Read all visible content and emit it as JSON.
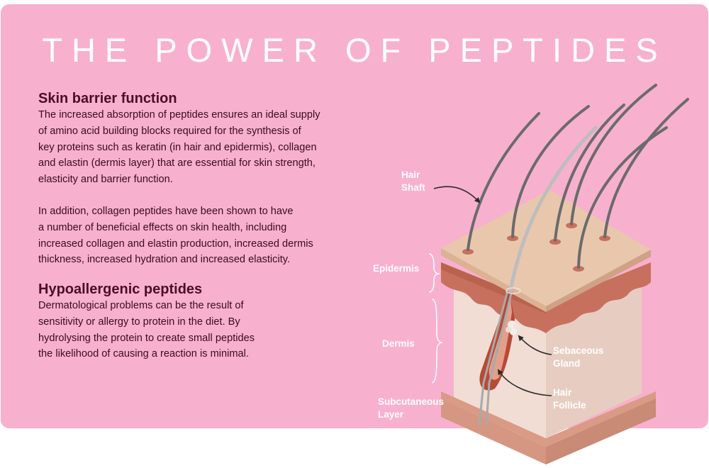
{
  "title": "THE POWER OF PEPTIDES",
  "sections": [
    {
      "heading": "Skin barrier function",
      "paragraphs": [
        {
          "lines": [
            "The increased absorption of peptides ensures an ideal supply",
            "of amino acid building blocks required for the synthesis of",
            "key proteins such as keratin (in hair and epidermis), collagen",
            "and elastin (dermis layer) that are essential for skin strength,",
            "elasticity and barrier function."
          ]
        },
        {
          "lines": [
            "In addition, collagen peptides have been shown to have",
            "a number of beneficial effects on skin health, including",
            "increased collagen and elastin production, increased dermis",
            "thickness, increased hydration and increased elasticity."
          ]
        }
      ]
    },
    {
      "heading": "Hypoallergenic peptides",
      "paragraphs": [
        {
          "lines": [
            "Dermatological problems can be the result of",
            "sensitivity or allergy to protein in the diet. By",
            "hydrolysing the protein to create small peptides",
            "the likelihood of causing a reaction is minimal."
          ]
        }
      ]
    }
  ],
  "diagram": {
    "labels": {
      "hair_shaft": [
        "Hair",
        "Shaft"
      ],
      "epidermis": [
        "Epidermis"
      ],
      "dermis": [
        "Dermis"
      ],
      "subcutaneous": [
        "Subcutaneous",
        "Layer"
      ],
      "sebaceous_gland": [
        "Sebaceous",
        "Gland"
      ],
      "hair_follicle": [
        "Hair",
        "Follicle"
      ]
    }
  },
  "colors": {
    "background_panel": "#f8b0cf",
    "heading_text": "#4a0d27",
    "body_text": "#3a0b1e",
    "label_text": "#ffffff",
    "skin_top": "#e8c9b1",
    "epidermis_layer": "#c8705e",
    "dermis_layer": "#efd9cf",
    "subcutaneous_layer": "#dba591",
    "hair": "#6b6b6b"
  }
}
